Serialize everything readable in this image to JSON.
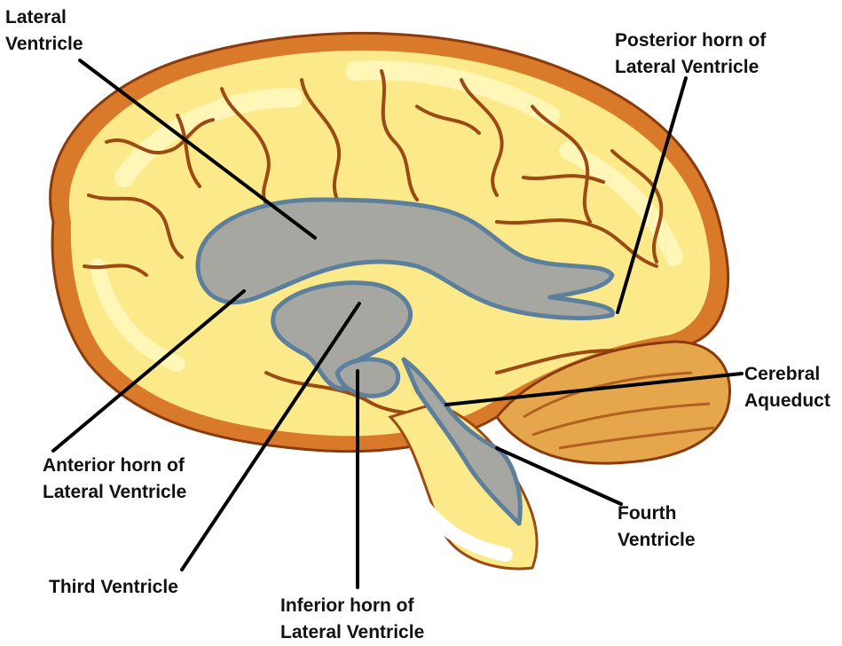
{
  "labels": {
    "lateral_ventricle": [
      "Lateral",
      "Ventricle"
    ],
    "posterior_horn": [
      "Posterior horn of",
      "Lateral Ventricle"
    ],
    "cerebral_aqueduct": [
      "Cerebral",
      "Aqueduct"
    ],
    "anterior_horn": [
      "Anterior horn of",
      "Lateral Ventricle"
    ],
    "fourth_ventricle": [
      "Fourth",
      "Ventricle"
    ],
    "third_ventricle": [
      "Third Ventricle"
    ],
    "inferior_horn": [
      "Inferior horn of",
      "Lateral Ventricle"
    ]
  },
  "colors": {
    "brain_fill": "#fbe98a",
    "brain_highlight": "#fff6b8",
    "sulcus": "#9a4a12",
    "cortex_rim": "#c8641e",
    "ventricle_fill": "#a7a7a2",
    "ventricle_edge": "#5b7f9d",
    "cerebellum": "#e6a64c",
    "leader_line": "#000000"
  }
}
